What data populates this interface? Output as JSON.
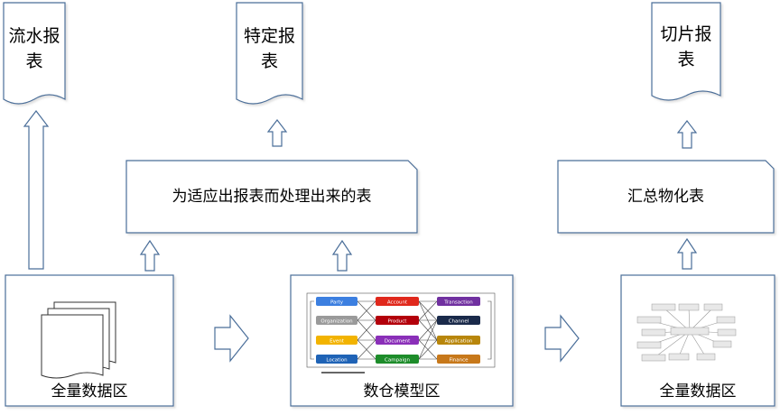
{
  "reports": {
    "flow": [
      "流水",
      "报",
      "表"
    ],
    "specific": [
      "特定报",
      "表"
    ],
    "slice": [
      "切片报",
      "表"
    ]
  },
  "boxes": {
    "adapted": "为适应出报表而处理出来的表",
    "summary": "汇总物化表",
    "full_left": "全量数据区",
    "model": "数仓模型区",
    "full_right": "全量数据区"
  },
  "model_entities": {
    "left": [
      "Party",
      "Organization",
      "Event",
      "Location"
    ],
    "mid": [
      "Account",
      "Product",
      "Document",
      "Campaign"
    ],
    "right": [
      "Transaction",
      "Channel",
      "Application",
      "Finance"
    ]
  },
  "colors": {
    "border": "#4a6e99",
    "party": "#3c7fe0",
    "organization": "#9a9a9a",
    "event": "#f2b300",
    "location": "#1f63b6",
    "account": "#e0281c",
    "product": "#b3000b",
    "document": "#8a2fb8",
    "campaign": "#1d8c2a",
    "transaction": "#7030a0",
    "channel": "#1a2a4a",
    "application": "#b8860b",
    "finance": "#c7781a"
  }
}
